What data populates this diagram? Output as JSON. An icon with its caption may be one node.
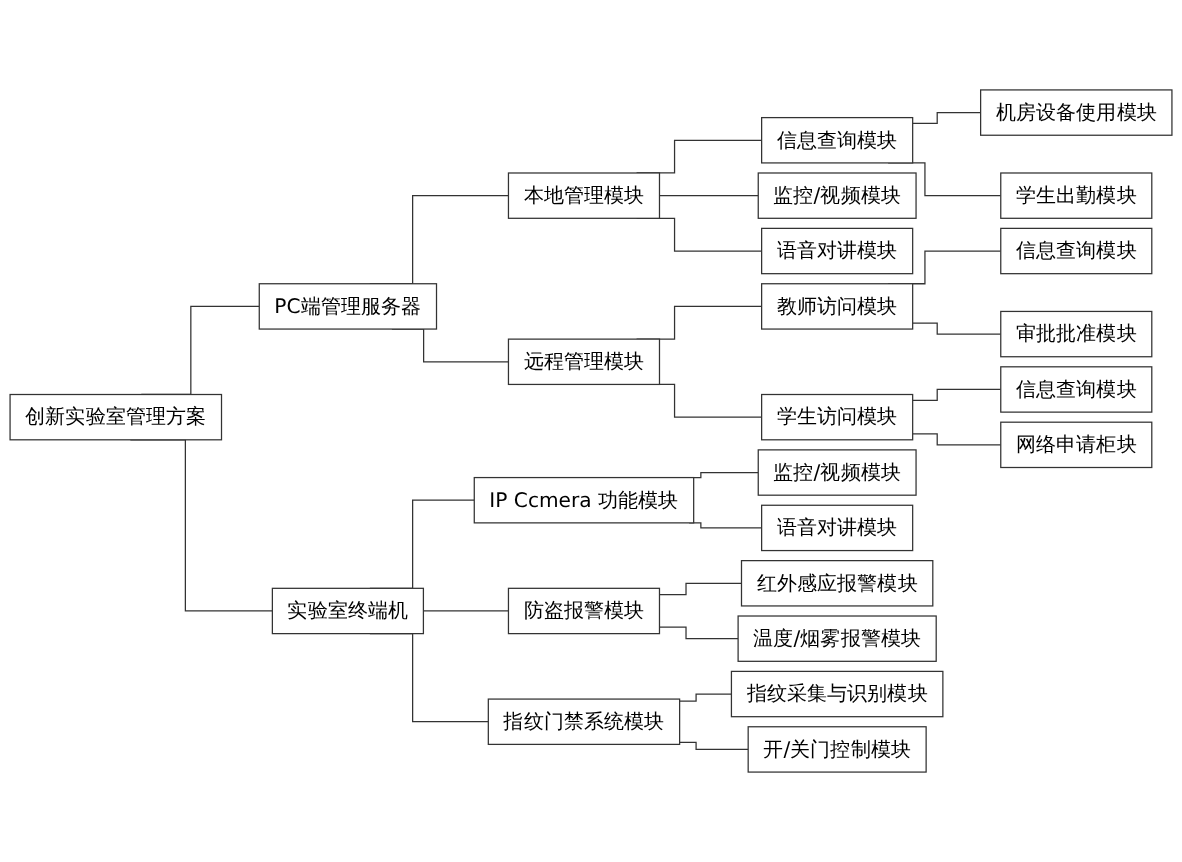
{
  "diagram": {
    "nodes": [
      {
        "text": [
          "创新实验室管理方案"
        ]
      },
      {
        "text": [
          "PC端管理服务器"
        ]
      },
      {
        "text": [
          "本地管理模块"
        ]
      },
      {
        "text": [
          "信息查询模块"
        ]
      },
      {
        "text": [
          "机房设备使用模块"
        ]
      },
      {
        "text": [
          "学生出勤模块"
        ]
      },
      {
        "text": [
          "监控/视频模块"
        ]
      },
      {
        "text": [
          "语音对讲模块"
        ]
      },
      {
        "text": [
          "远程管理模块"
        ]
      },
      {
        "text": [
          "教师访问模块"
        ]
      },
      {
        "text": [
          "信息查询模块"
        ]
      },
      {
        "text": [
          "审批批准模块"
        ]
      },
      {
        "text": [
          "学生访问模块"
        ]
      },
      {
        "text": [
          "信息查询模块"
        ]
      },
      {
        "text": [
          "网络申请柜块"
        ]
      },
      {
        "text": [
          "实验室终端机"
        ]
      },
      {
        "text": [
          "IP Ccmera 功能模块"
        ]
      },
      {
        "text": [
          "监控/视频模块"
        ]
      },
      {
        "text": [
          "语音对讲模块"
        ]
      },
      {
        "text": [
          "防盗报警模块"
        ]
      },
      {
        "text": [
          "红外感应报警模块"
        ]
      },
      {
        "text": [
          "温度/烟雾报警模块"
        ]
      },
      {
        "text": [
          "指纹门禁系统模块"
        ]
      },
      {
        "text": [
          "指纹采集与识别模块"
        ]
      },
      {
        "text": [
          "开/关门控制模块"
        ]
      }
    ],
    "edges": [
      {
        "from": 0,
        "to": 1,
        "arrow": "none"
      },
      {
        "from": 1,
        "to": 2,
        "arrow": "none"
      },
      {
        "from": 2,
        "to": 3,
        "arrow": "none"
      },
      {
        "from": 3,
        "to": 4,
        "arrow": "none"
      },
      {
        "from": 3,
        "to": 5,
        "arrow": "none"
      },
      {
        "from": 2,
        "to": 6,
        "arrow": "none"
      },
      {
        "from": 2,
        "to": 7,
        "arrow": "none"
      },
      {
        "from": 1,
        "to": 8,
        "arrow": "none"
      },
      {
        "from": 8,
        "to": 9,
        "arrow": "none"
      },
      {
        "from": 9,
        "to": 10,
        "arrow": "none"
      },
      {
        "from": 9,
        "to": 11,
        "arrow": "none"
      },
      {
        "from": 8,
        "to": 12,
        "arrow": "none"
      },
      {
        "from": 12,
        "to": 13,
        "arrow": "none"
      },
      {
        "from": 12,
        "to": 14,
        "arrow": "none"
      },
      {
        "from": 0,
        "to": 15,
        "arrow": "none"
      },
      {
        "from": 15,
        "to": 16,
        "arrow": "none"
      },
      {
        "from": 16,
        "to": 17,
        "arrow": "none"
      },
      {
        "from": 16,
        "to": 18,
        "arrow": "none"
      },
      {
        "from": 15,
        "to": 19,
        "arrow": "none"
      },
      {
        "from": 19,
        "to": 20,
        "arrow": "none"
      },
      {
        "from": 19,
        "to": 21,
        "arrow": "none"
      },
      {
        "from": 15,
        "to": 22,
        "arrow": "none"
      },
      {
        "from": 22,
        "to": 23,
        "arrow": "none"
      },
      {
        "from": 22,
        "to": 24,
        "arrow": "none"
      }
    ]
  }
}
